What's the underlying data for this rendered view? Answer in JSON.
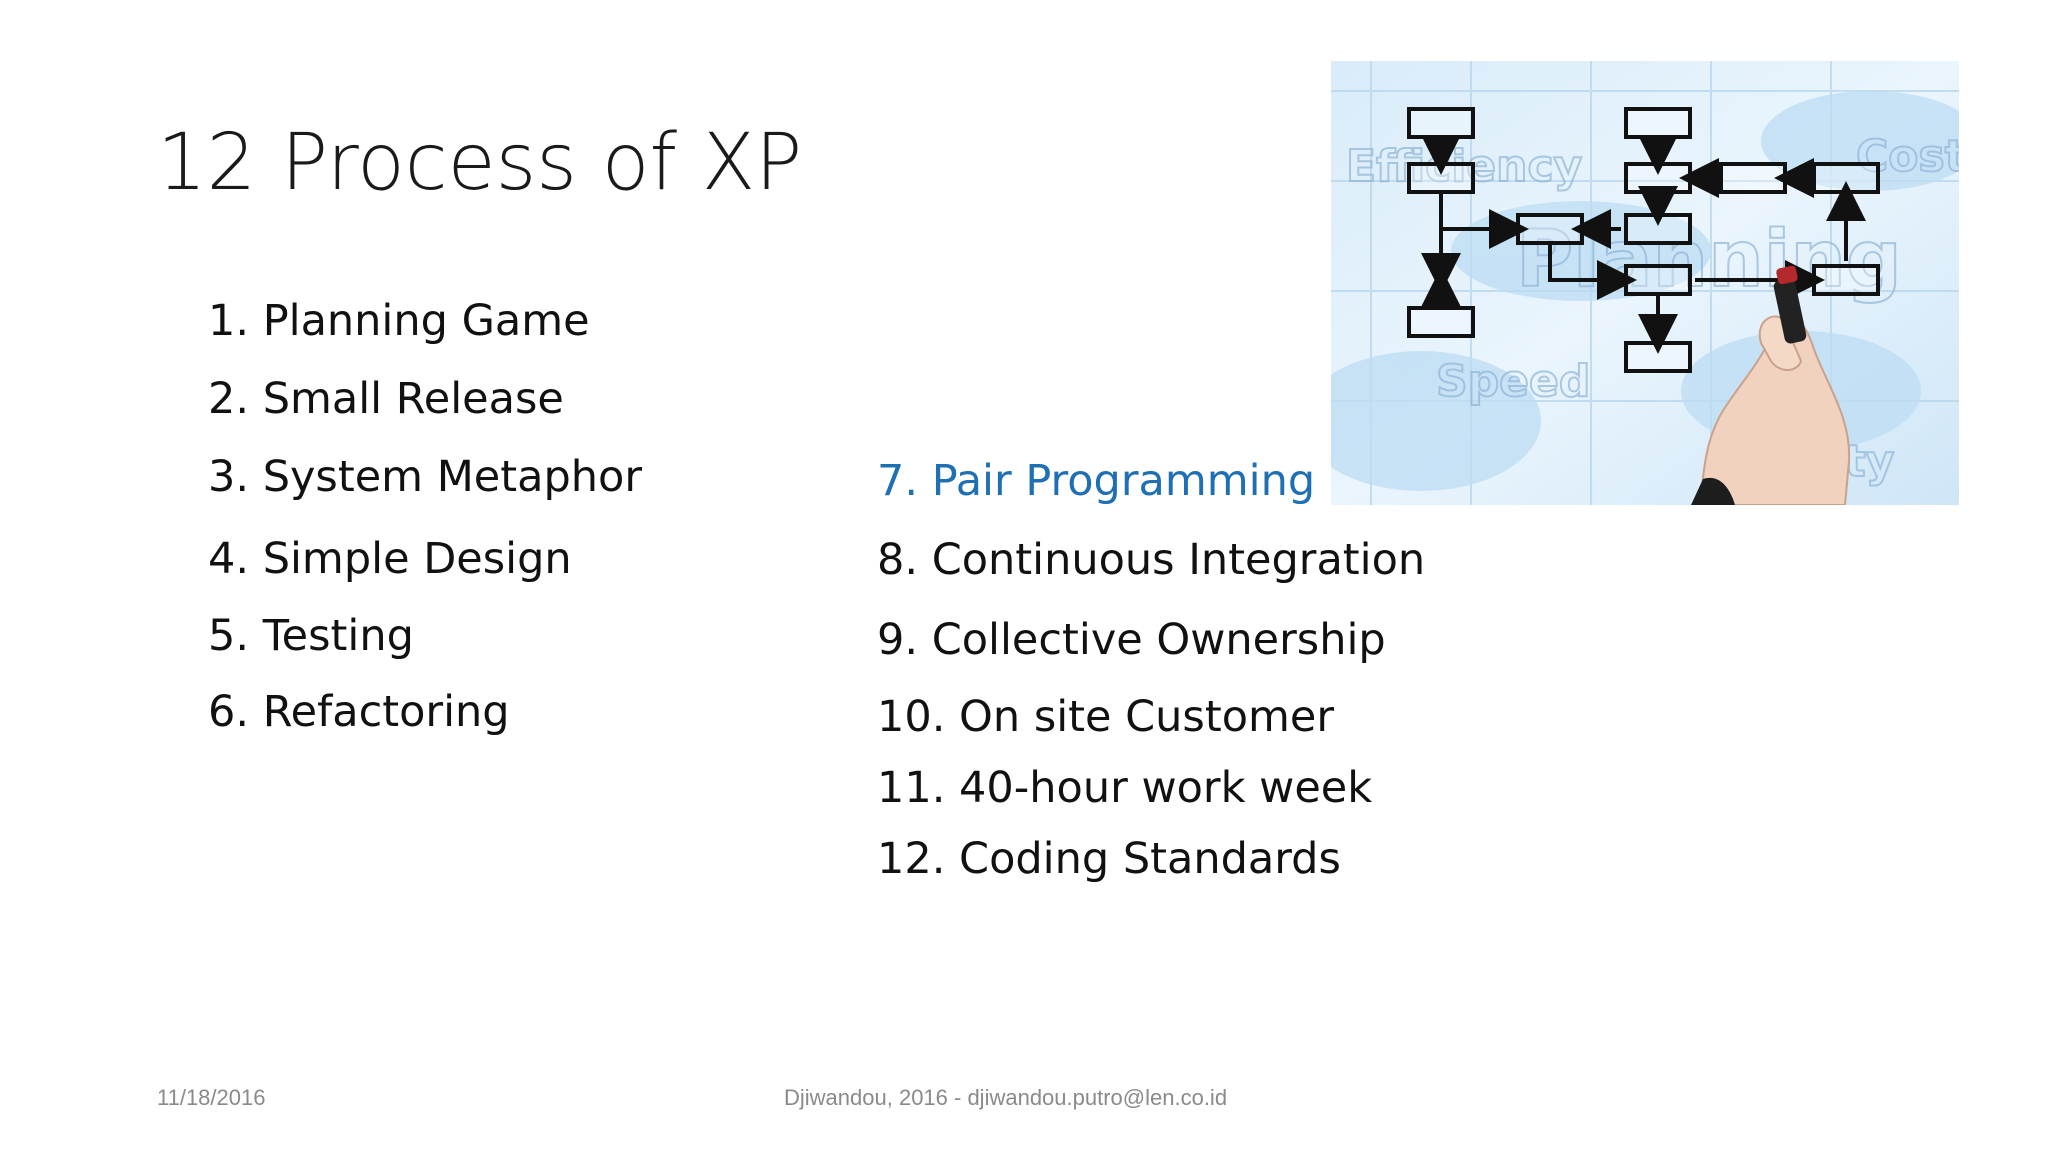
{
  "slide": {
    "title": "12 Process of XP",
    "items_left": [
      "1.  Planning Game",
      "2. Small Release",
      "3. System Metaphor",
      "4. Simple Design",
      "5. Testing",
      "6. Refactoring"
    ],
    "items_right": [
      "7. Pair Programming",
      "8. Continuous Integration",
      "9. Collective Ownership",
      "10. On site Customer",
      "11. 40-hour work week",
      "12. Coding Standards"
    ],
    "highlight_color": "#1f6fb4",
    "footer": {
      "date": "11/18/2016",
      "author": "Djiwandou, 2016 - djiwandou.putro@len.co.id"
    },
    "image": {
      "icon": "flowchart-planning-photo",
      "words": [
        "Efficiency",
        "Cost",
        "Planning",
        "Speed",
        "Quality"
      ]
    }
  }
}
